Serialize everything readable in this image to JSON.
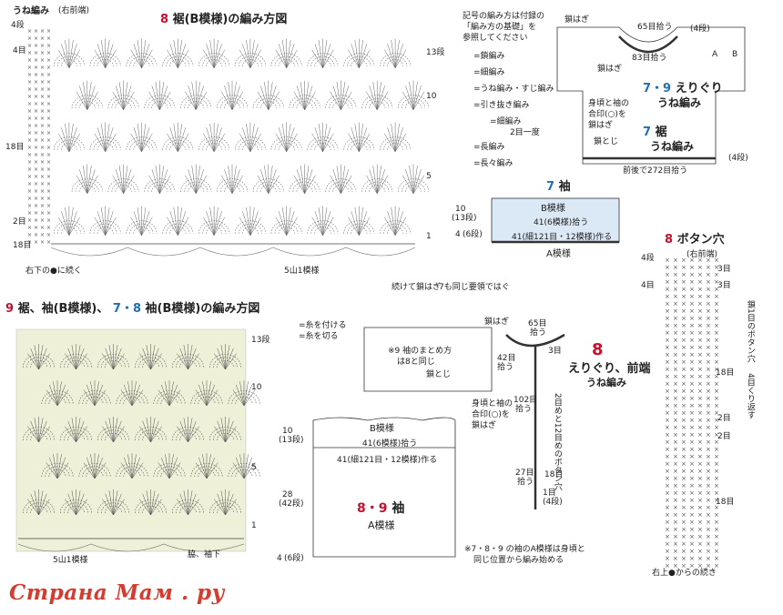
{
  "chart8": {
    "title_num": "8",
    "title_text": "裾(B模様)の編み方図",
    "une_label": "うね編み",
    "une_sub": "(右前端)",
    "left_labels": [
      "4段",
      "4目",
      "18目",
      "2目",
      "18目"
    ],
    "right_labels": [
      "13段",
      "10",
      "5",
      "1"
    ],
    "bottom_labels": [
      "右下の●に続く",
      "5山1模様"
    ]
  },
  "legend": {
    "intro": [
      "記号の編み方は付録の",
      "「編み方の基礎」を",
      "参照してください"
    ],
    "items": [
      "=鎖編み",
      "=細編み",
      "=うね編み・すじ編み",
      "=引き抜き編み",
      "=細編み",
      "2目一度",
      "=長編み",
      "=長々編み"
    ]
  },
  "diagram79": {
    "title_num": "7・9",
    "title_text": "えりぐり",
    "sub": "うね編み",
    "hem_num": "7",
    "hem_text": "裾",
    "hem_sub": "うね編み",
    "labels": [
      "鎖はぎ",
      "65目拾う",
      "(4段)",
      "83目拾う",
      "鎖はぎ",
      "A",
      "B",
      "身頃と袖の",
      "合印(○)を",
      "鎖はぎ",
      "鎖とじ",
      "前後で272目拾う",
      "(4段)"
    ]
  },
  "sleeve7": {
    "title_num": "7",
    "title_text": "袖",
    "pattern": "B模様",
    "pick": "41(6模様)拾う",
    "make": "41(細121目・12模様)作る",
    "pattern_a": "A模様",
    "side": [
      "10",
      "(13段)",
      "4",
      "(6段)"
    ]
  },
  "chart9": {
    "title_num": "9",
    "title_rest": "裾、袖(B模様)、",
    "title_num2": "7・8",
    "title_text2": "袖(B模様)の編み方図",
    "right_labels": [
      "13段",
      "10",
      "5",
      "1"
    ],
    "bottom_labels": [
      "5山1模様",
      "脇、袖下"
    ],
    "legend_join": "=糸を付ける",
    "legend_cut": "=糸を切る"
  },
  "center_note": {
    "note": "続けて鎖はぎ",
    "note2": "7も同じ要領ではぐ"
  },
  "back_diagram": {
    "labels": [
      "65目",
      "拾う",
      "鎖はぎ",
      "3目",
      "※9 袖のまとめ方",
      "は8と同じ",
      "鎖とじ",
      "42目",
      "拾う",
      "身頃と袖の",
      "合印(○)を",
      "鎖はぎ",
      "102目",
      "拾う",
      "27目",
      "拾う",
      "18目",
      "1目",
      "(4段)"
    ],
    "vertical": "2目めと12目めのボタン穴",
    "title_num": "8",
    "title_text": "えりぐり、前端",
    "title_sub": "うね編み"
  },
  "sleeve89": {
    "pattern": "B模様",
    "pick": "41(6模様)拾う",
    "make": "41(細121目・12模様)作る",
    "title_num": "8・9",
    "title_text": "袖",
    "pattern_a": "A模様",
    "side": [
      "10",
      "(13段)",
      "28",
      "(42段)",
      "4",
      "(6段)"
    ],
    "note": [
      "※7・8・9 の袖のA模様は身頃と",
      "同じ位置から編み始める"
    ]
  },
  "buttonhole": {
    "title_num": "8",
    "title_text": "ボタン穴",
    "labels": [
      "(右前端)",
      "4段",
      "4目",
      "3目",
      "3目",
      "2目",
      "2目",
      "18目",
      "4目くり返す",
      "18目",
      "右上●からの続き"
    ],
    "vertical": "鎖1目のボタン穴"
  },
  "watermark": "Страна Мам . ру",
  "colors": {
    "red": "#c8102e",
    "green": "#2e7d32",
    "blue": "#1f6fb5",
    "panel": "#eef0d8",
    "sleeve_blue": "#dbe8f5"
  }
}
